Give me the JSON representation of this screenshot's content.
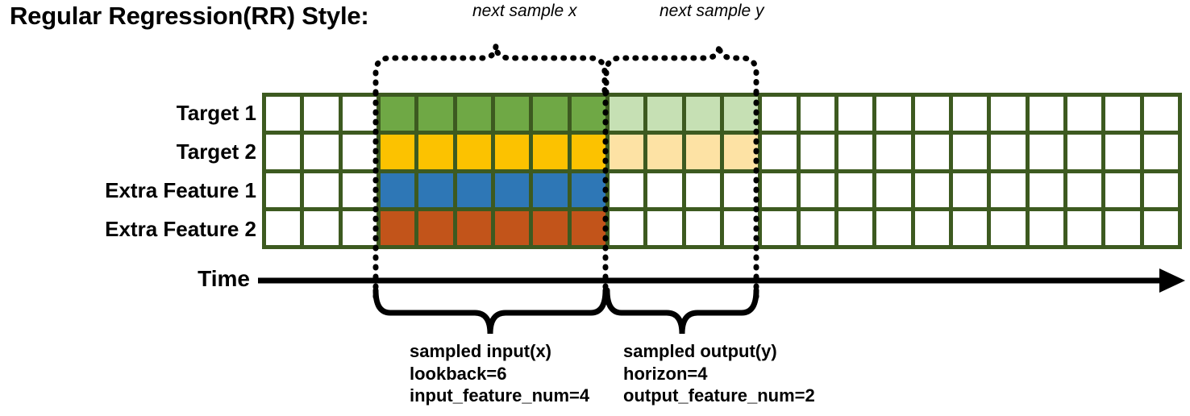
{
  "title": "Regular Regression(RR) Style:",
  "annotations": {
    "next_sample_x": "next sample x",
    "next_sample_y": "next sample y"
  },
  "rows": [
    {
      "label": "Target 1",
      "name": "target-1"
    },
    {
      "label": "Target 2",
      "name": "target-2"
    },
    {
      "label": "Extra Feature 1",
      "name": "extra-feature-1"
    },
    {
      "label": "Extra Feature 2",
      "name": "extra-feature-2"
    }
  ],
  "axis": {
    "time_label": "Time"
  },
  "captions": {
    "input": {
      "line1": "sampled input(x)",
      "line2": "lookback=6",
      "line3": "input_feature_num=4"
    },
    "output": {
      "line1": "sampled output(y)",
      "line2": "horizon=4",
      "line3": "output_feature_num=2"
    }
  },
  "colors": {
    "grid_border": "#3d5a20",
    "green": "#6fa845",
    "green_light": "#c6e0b4",
    "gold": "#fcc200",
    "gold_light": "#fde2a4",
    "blue": "#2e77b6",
    "orange": "#c2541a",
    "ink": "#000000",
    "page": "#ffffff"
  },
  "chart_data": {
    "type": "heatmap",
    "title": "Regular Regression(RR) Style:",
    "columns": 24,
    "lookback": 6,
    "horizon": 4,
    "input_feature_num": 4,
    "output_feature_num": 2,
    "window_start_col": 3,
    "window_split_col": 9,
    "window_end_col": 13,
    "row_names": [
      "Target 1",
      "Target 2",
      "Extra Feature 1",
      "Extra Feature 2"
    ],
    "cell_classes": [
      [
        "",
        "",
        "",
        "green",
        "green",
        "green",
        "green",
        "green",
        "green",
        "green-light",
        "green-light",
        "green-light",
        "green-light",
        "",
        "",
        "",
        "",
        "",
        "",
        "",
        "",
        "",
        "",
        ""
      ],
      [
        "",
        "",
        "",
        "gold",
        "gold",
        "gold",
        "gold",
        "gold",
        "gold",
        "gold-light",
        "gold-light",
        "gold-light",
        "gold-light",
        "",
        "",
        "",
        "",
        "",
        "",
        "",
        "",
        "",
        "",
        ""
      ],
      [
        "",
        "",
        "",
        "blue",
        "blue",
        "blue",
        "blue",
        "blue",
        "blue",
        "",
        "",
        "",
        "",
        "",
        "",
        "",
        "",
        "",
        "",
        "",
        "",
        "",
        "",
        ""
      ],
      [
        "",
        "",
        "",
        "orange",
        "orange",
        "orange",
        "orange",
        "orange",
        "orange",
        "",
        "",
        "",
        "",
        "",
        "",
        "",
        "",
        "",
        "",
        "",
        "",
        "",
        "",
        ""
      ]
    ],
    "legend": [
      "next sample x",
      "next sample y",
      "sampled input(x)",
      "sampled output(y)"
    ],
    "xlabel": "Time",
    "ylabel": ""
  }
}
